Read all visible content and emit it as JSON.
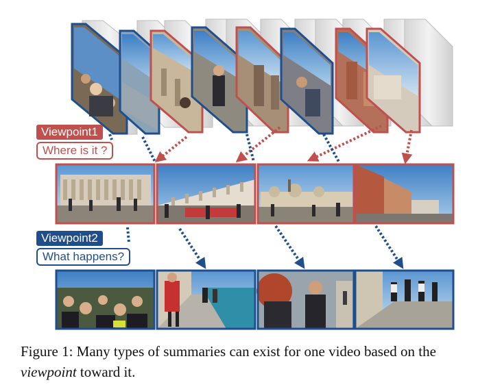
{
  "figure": {
    "viewpoint1": {
      "tag": "Viewpoint1",
      "question": "Where is it ?",
      "color": "#c0504d"
    },
    "viewpoint2": {
      "tag": "Viewpoint2",
      "question": "What happens?",
      "color": "#1f4e8c"
    },
    "stack_frames": [
      {
        "scene": "crowd-marathon-start",
        "border": "#1f4e8c"
      },
      {
        "scene": "waterfront-runners",
        "border": "#1f4e8c"
      },
      {
        "scene": "doge-palace-facade",
        "border": "#c0504d"
      },
      {
        "scene": "runner-closeup",
        "border": "#1f4e8c"
      },
      {
        "scene": "venice-street",
        "border": "#c0504d"
      },
      {
        "scene": "crowd-blur",
        "border": "#1f4e8c"
      },
      {
        "scene": "canal-houses",
        "border": "#c0504d"
      },
      {
        "scene": "piazza-buildings",
        "border": "#c0504d"
      }
    ],
    "summary1_frames": [
      "doge-palace",
      "piazza-san-marco-arcades",
      "basilica-san-marco",
      "canal-houses"
    ],
    "summary2_frames": [
      "marathon-crowd",
      "runners-waterfront",
      "spectators",
      "runners-bridge"
    ]
  },
  "caption": {
    "label": "Figure 1:",
    "text_before": "Many types of summaries can exist for one video based on the",
    "emphasis": "viewpoint",
    "text_after": "toward it."
  }
}
